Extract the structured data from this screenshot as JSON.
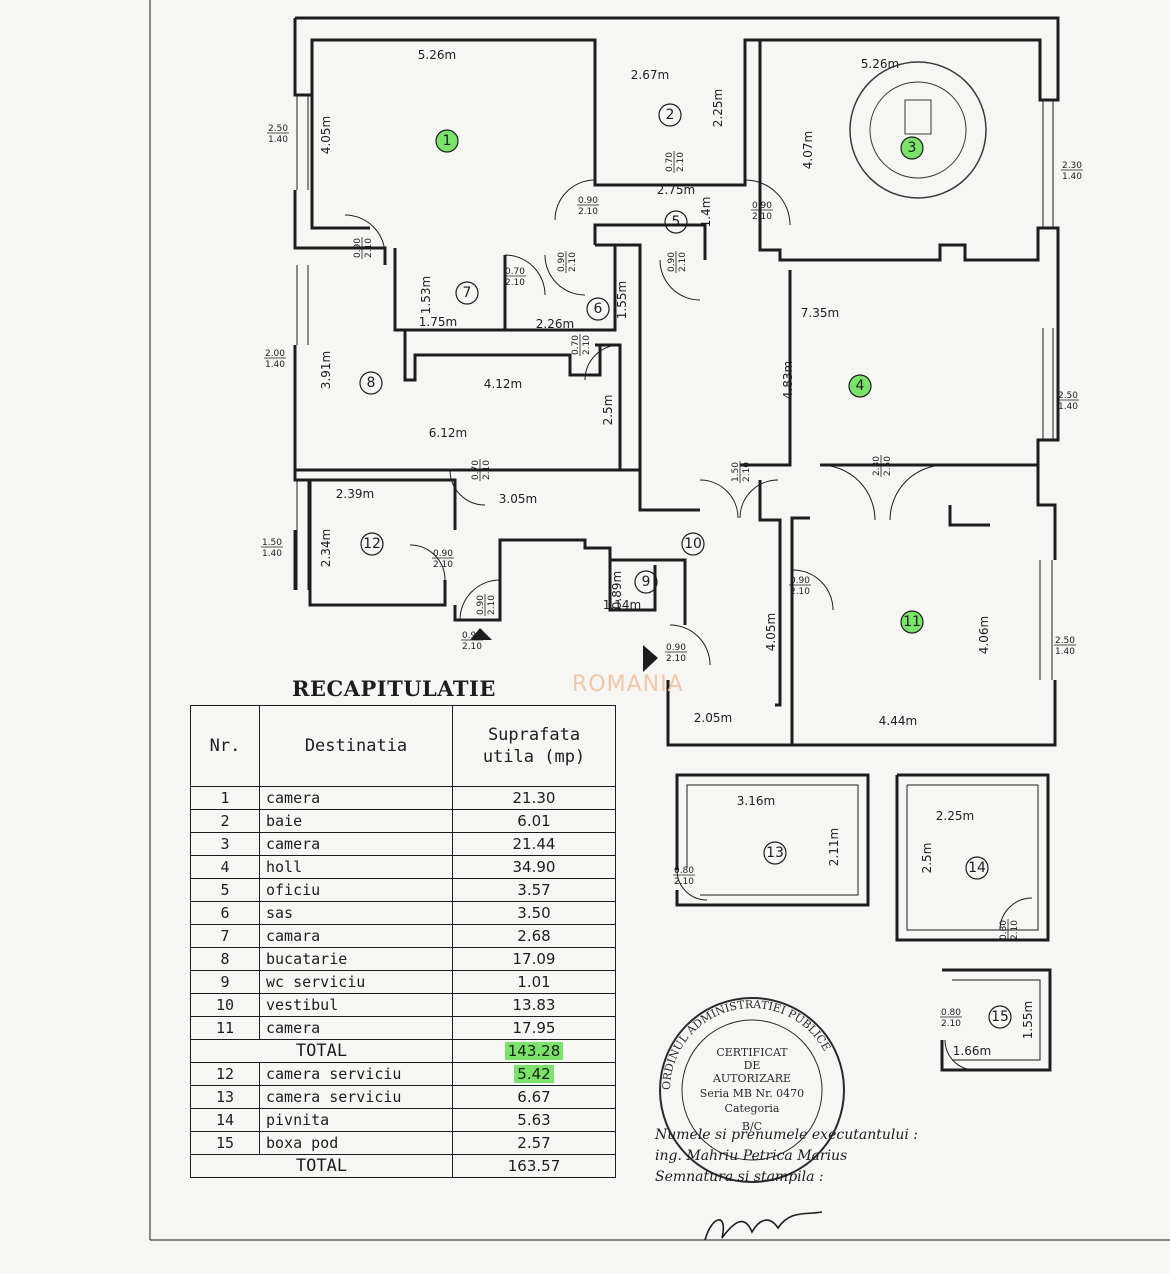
{
  "rooms": [
    {
      "id": "1",
      "label": "1",
      "highlight": true
    },
    {
      "id": "2",
      "label": "2",
      "highlight": false
    },
    {
      "id": "3",
      "label": "3",
      "highlight": true
    },
    {
      "id": "4",
      "label": "4",
      "highlight": true
    },
    {
      "id": "5",
      "label": "5",
      "highlight": false
    },
    {
      "id": "6",
      "label": "6",
      "highlight": false
    },
    {
      "id": "7",
      "label": "7",
      "highlight": false
    },
    {
      "id": "8",
      "label": "8",
      "highlight": false
    },
    {
      "id": "9",
      "label": "9",
      "highlight": false
    },
    {
      "id": "10",
      "label": "10",
      "highlight": false
    },
    {
      "id": "11",
      "label": "11",
      "highlight": true
    },
    {
      "id": "12",
      "label": "12",
      "highlight": false
    },
    {
      "id": "13",
      "label": "13",
      "highlight": false
    },
    {
      "id": "14",
      "label": "14",
      "highlight": false
    },
    {
      "id": "15",
      "label": "15",
      "highlight": false
    }
  ],
  "dimensions": {
    "d1": "5.26m",
    "d2": "2.67m",
    "d3": "5.26m",
    "d4": "4.05m",
    "d5": "2.25m",
    "d6": "4.07m",
    "d7": "2.75m",
    "d8": "1.4m",
    "d9": "1.53m",
    "d10": "1.75m",
    "d11": "2.26m",
    "d12": "1.55m",
    "d13": "7.35m",
    "d14": "3.91m",
    "d15": "4.12m",
    "d16": "4.83m",
    "d17": "2.5m",
    "d18": "6.12m",
    "d19": "2.39m",
    "d20": "3.05m",
    "d21": "2.34m",
    "d22": "0.89m",
    "d23": "1.14m",
    "d24": "4.05m",
    "d25": "4.06m",
    "d26": "2.05m",
    "d27": "4.44m",
    "d28": "3.16m",
    "d29": "2.11m",
    "d30": "2.25m",
    "d31": "2.5m",
    "d32": "1.55m",
    "d33": "1.66m"
  },
  "openings": {
    "w1a": "2.50",
    "w1b": "1.40",
    "w2a": "2.30",
    "w2b": "1.40",
    "w3a": "2.00",
    "w3b": "1.40",
    "w4a": "2.50",
    "w4b": "1.40",
    "w5a": "1.50",
    "w5b": "1.40",
    "w6a": "2.50",
    "w6b": "1.40",
    "o1a": "0.90",
    "o1b": "2.10",
    "o2a": "0.70",
    "o2b": "2.10",
    "o3a": "0.90",
    "o3b": "2.10",
    "o4a": "0.90",
    "o4b": "2.10",
    "o5a": "0.90",
    "o5b": "2.10",
    "o6a": "0.70",
    "o6b": "2.10",
    "o7a": "0.90",
    "o7b": "2.10",
    "o8a": "0.90",
    "o8b": "2.10",
    "o9a": "0.70",
    "o9b": "2.10",
    "o10a": "0.70",
    "o10b": "2.10",
    "o11a": "1.50",
    "o11b": "2.10",
    "o12a": "2.30",
    "o12b": "2.50",
    "o13a": "0.90",
    "o13b": "2.10",
    "o14a": "0.90",
    "o14b": "2.10",
    "o15a": "0.90",
    "o15b": "2.10",
    "o16a": "0.90",
    "o16b": "2.10",
    "o17a": "0.80",
    "o17b": "2.10",
    "o18a": "0.80",
    "o18b": "2.10",
    "o19a": "0.80",
    "o19b": "2.10"
  },
  "recap": {
    "title": "RECAPITULATIE",
    "headers": {
      "nr": "Nr.",
      "dest": "Destinatia",
      "area_line1": "Suprafata",
      "area_line2": "utila (mp)"
    },
    "rows_a": [
      {
        "nr": "1",
        "dest": "camera",
        "val": "21.30"
      },
      {
        "nr": "2",
        "dest": "baie",
        "val": "6.01"
      },
      {
        "nr": "3",
        "dest": "camera",
        "val": "21.44"
      },
      {
        "nr": "4",
        "dest": "holl",
        "val": "34.90"
      },
      {
        "nr": "5",
        "dest": "oficiu",
        "val": "3.57"
      },
      {
        "nr": "6",
        "dest": "sas",
        "val": "3.50"
      },
      {
        "nr": "7",
        "dest": "camara",
        "val": "2.68"
      },
      {
        "nr": "8",
        "dest": "bucatarie",
        "val": "17.09"
      },
      {
        "nr": "9",
        "dest": "wc serviciu",
        "val": "1.01"
      },
      {
        "nr": "10",
        "dest": "vestibul",
        "val": "13.83"
      },
      {
        "nr": "11",
        "dest": "camera",
        "val": "17.95"
      }
    ],
    "total_a": {
      "label": "TOTAL",
      "val": "143.28"
    },
    "rows_b": [
      {
        "nr": "12",
        "dest": "camera serviciu",
        "val": "5.42"
      },
      {
        "nr": "13",
        "dest": "camera serviciu",
        "val": "6.67"
      },
      {
        "nr": "14",
        "dest": "pivnita",
        "val": "5.63"
      },
      {
        "nr": "15",
        "dest": "boxa pod",
        "val": "2.57"
      }
    ],
    "total_b": {
      "label": "TOTAL",
      "val": "163.57"
    }
  },
  "stamp": {
    "ring_text": "ORDINUL ADMINISTRATIEI PUBLICE",
    "line1": "CERTIFICAT",
    "line2": "DE",
    "line3": "AUTORIZARE",
    "line4": "Seria MB Nr. 0470",
    "line5": "Categoria",
    "line6": "B/C"
  },
  "signature": {
    "line1": "Numele si prenumele executantului :",
    "line2": "ing. Mahriu Petrica Marius",
    "line3": "Semnatura si stampila :"
  },
  "watermark": "ROMANIA",
  "colors": {
    "highlight": "#7be26a",
    "ink": "#1d1d1d",
    "paper": "#f6f6f4"
  }
}
